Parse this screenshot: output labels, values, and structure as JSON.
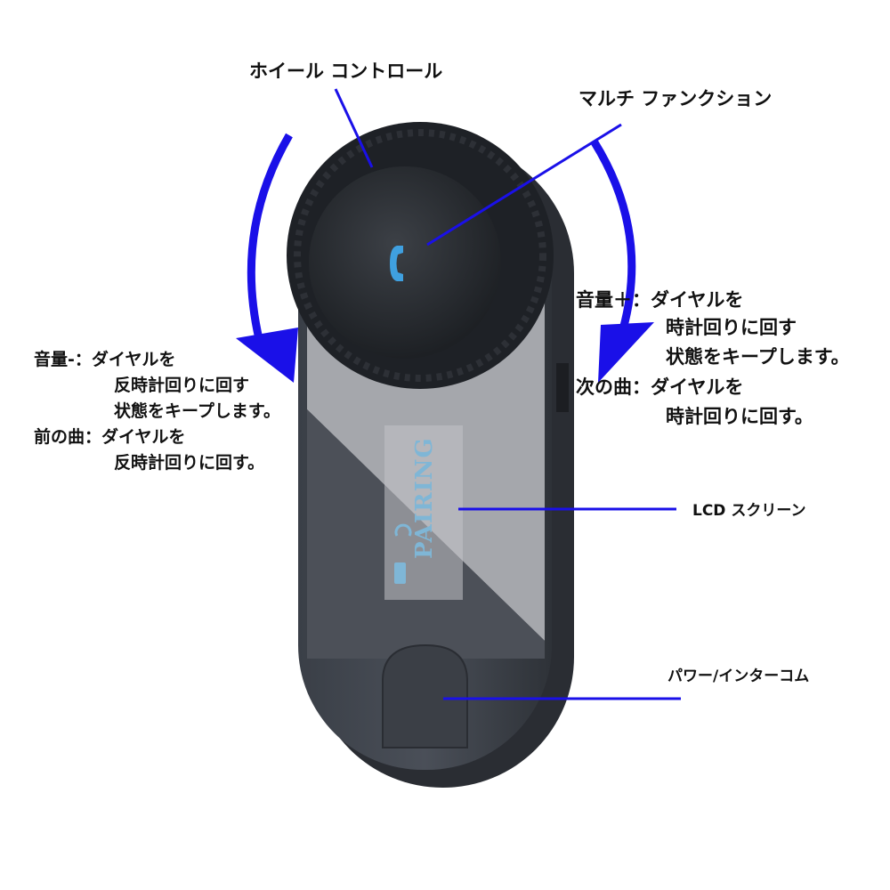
{
  "labels": {
    "wheel_control": "ホイール コントロール",
    "multi_function": "マルチ ファンクション",
    "lcd_screen": "LCD スクリーン",
    "power_intercom": "パワー/インターコム"
  },
  "left_text": {
    "line1": "音量-：ダイヤルを",
    "line2": "反時計回りに回す",
    "line3": "状態をキープします。",
    "line4": "前の曲：ダイヤルを",
    "line5": "反時計回りに回す。"
  },
  "right_text": {
    "line1": "音量＋：ダイヤルを",
    "line2": "時計回りに回す",
    "line3": "状態をキープします。",
    "line4": "次の曲：ダイヤルを",
    "line5": "時計回りに回す。"
  },
  "lcd": {
    "status": "PAIRING"
  },
  "colors": {
    "arrow": "#1a10e8",
    "pointer": "#1a10e8",
    "icon": "#3fa0e0"
  }
}
